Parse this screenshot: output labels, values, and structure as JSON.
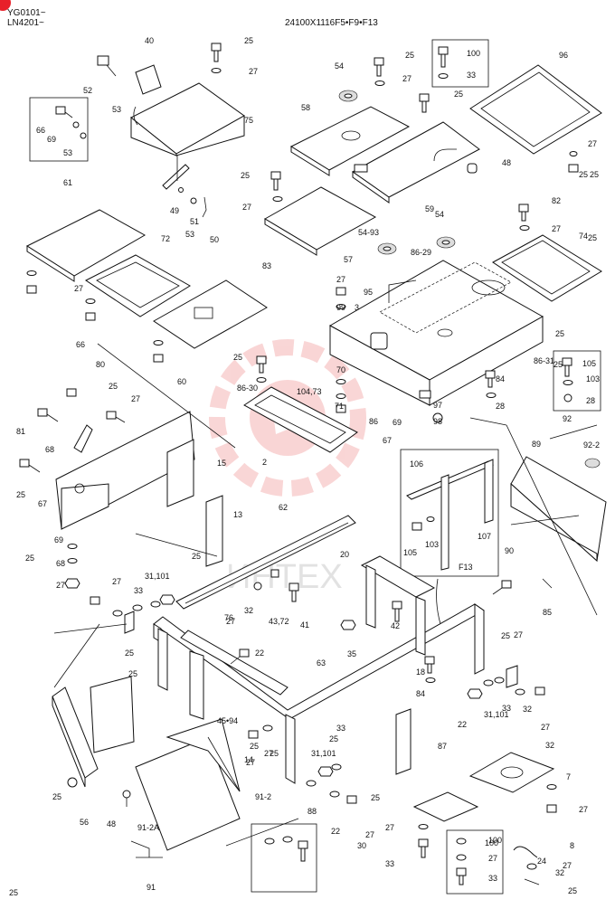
{
  "header": {
    "model_codes": [
      "YG0101~",
      "LN4201~"
    ],
    "diagram_code": "24100X1116F5•F9•F13"
  },
  "watermark": "ИНТЕХ",
  "accent_color": "#e8202a",
  "watermark_color": "#f2a3a3",
  "insets": {
    "f13_caption": "F13",
    "group_92": "92",
    "group_91": "91"
  },
  "callouts": [
    "40",
    "25",
    "27",
    "52",
    "53",
    "66",
    "69",
    "53",
    "75",
    "54",
    "25",
    "27",
    "100",
    "33",
    "96",
    "58",
    "25",
    "48",
    "59",
    "27",
    "25",
    "61",
    "49",
    "51",
    "53",
    "50",
    "25",
    "27",
    "57",
    "54-93",
    "54",
    "86-29",
    "25",
    "27",
    "95",
    "99",
    "3",
    "72",
    "83",
    "74",
    "82",
    "27",
    "25",
    "27",
    "25",
    "86-30",
    "25",
    "25",
    "105",
    "103",
    "28",
    "66",
    "80",
    "27",
    "60",
    "81",
    "68",
    "25",
    "15",
    "2",
    "86",
    "97",
    "98",
    "70",
    "104,73",
    "71",
    "84",
    "28",
    "69",
    "67",
    "86-31",
    "106",
    "105",
    "103",
    "107",
    "89",
    "92-2",
    "90",
    "13",
    "62",
    "20",
    "27",
    "25",
    "31,101",
    "33",
    "32",
    "43,72",
    "41",
    "42",
    "35",
    "76",
    "27",
    "25",
    "22",
    "63",
    "18",
    "84",
    "85",
    "25",
    "27",
    "22",
    "31,101",
    "33",
    "32",
    "27",
    "25",
    "45•94",
    "87",
    "14",
    "27",
    "25",
    "33",
    "31,101",
    "32",
    "7",
    "27",
    "25",
    "56",
    "48",
    "91-2A",
    "91-2",
    "88",
    "22",
    "27",
    "25",
    "8",
    "27",
    "25",
    "27",
    "33",
    "100",
    "27",
    "33",
    "100",
    "24",
    "32",
    "30",
    "25",
    "25",
    "27",
    "25",
    "67",
    "69",
    "68",
    "27",
    "25",
    "25"
  ]
}
